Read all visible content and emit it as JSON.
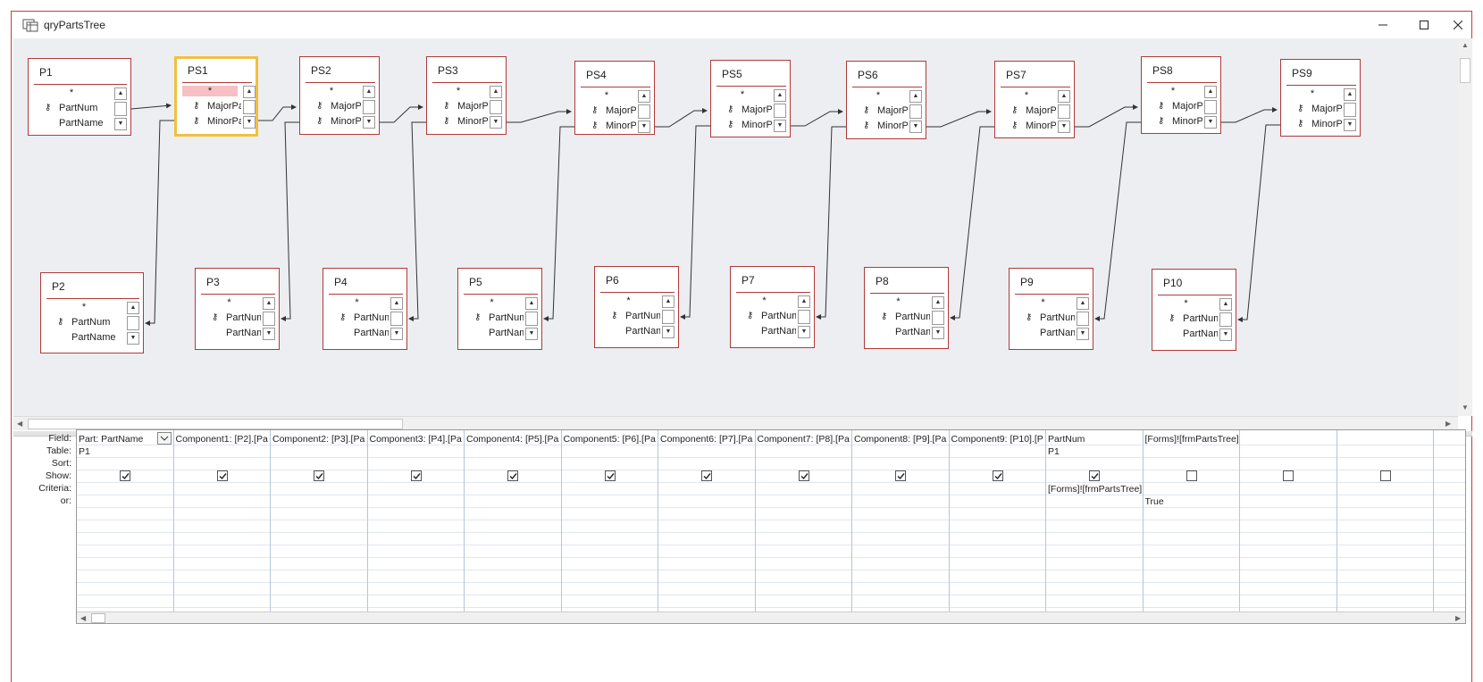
{
  "window": {
    "title": "qryPartsTree"
  },
  "colors": {
    "table_border": "#b03a3a",
    "selected_border": "#f0c040",
    "design_bg": "#eceef1"
  },
  "tables": [
    {
      "name": "P1",
      "fields": [
        "*",
        "PartNum",
        "PartName"
      ]
    },
    {
      "name": "PS1",
      "fields": [
        "*",
        "MajorPa",
        "MinorPa"
      ]
    },
    {
      "name": "PS2",
      "fields": [
        "*",
        "MajorPa",
        "MinorPa"
      ]
    },
    {
      "name": "PS3",
      "fields": [
        "*",
        "MajorPa",
        "MinorPa"
      ]
    },
    {
      "name": "PS4",
      "fields": [
        "*",
        "MajorPa",
        "MinorPa"
      ]
    },
    {
      "name": "PS5",
      "fields": [
        "*",
        "MajorPa",
        "MinorPa"
      ]
    },
    {
      "name": "PS6",
      "fields": [
        "*",
        "MajorPa",
        "MinorPa"
      ]
    },
    {
      "name": "PS7",
      "fields": [
        "*",
        "MajorPa",
        "MinorPa"
      ]
    },
    {
      "name": "PS8",
      "fields": [
        "*",
        "MajorPa",
        "MinorPa"
      ]
    },
    {
      "name": "PS9",
      "fields": [
        "*",
        "MajorPa",
        "MinorPa"
      ]
    },
    {
      "name": "P2",
      "fields": [
        "*",
        "PartNum",
        "PartName"
      ]
    },
    {
      "name": "P3",
      "fields": [
        "*",
        "PartNum",
        "PartNam"
      ]
    },
    {
      "name": "P4",
      "fields": [
        "*",
        "PartNum",
        "PartNam"
      ]
    },
    {
      "name": "P5",
      "fields": [
        "*",
        "PartNum",
        "PartNam"
      ]
    },
    {
      "name": "P6",
      "fields": [
        "*",
        "PartNum",
        "PartNam"
      ]
    },
    {
      "name": "P7",
      "fields": [
        "*",
        "PartNum",
        "PartNam"
      ]
    },
    {
      "name": "P8",
      "fields": [
        "*",
        "PartNum",
        "PartNam"
      ]
    },
    {
      "name": "P9",
      "fields": [
        "*",
        "PartNum",
        "PartNam"
      ]
    },
    {
      "name": "P10",
      "fields": [
        "*",
        "PartNum",
        "PartNam"
      ]
    }
  ],
  "grid": {
    "row_labels": [
      "Field:",
      "Table:",
      "Sort:",
      "Show:",
      "Criteria:",
      "or:"
    ],
    "columns": [
      {
        "field": "Part: PartName",
        "table": "P1",
        "show": true,
        "criteria": "",
        "or": ""
      },
      {
        "field": "Component1: [P2].[Pa",
        "table": "",
        "show": true,
        "criteria": "",
        "or": ""
      },
      {
        "field": "Component2: [P3].[Pa",
        "table": "",
        "show": true,
        "criteria": "",
        "or": ""
      },
      {
        "field": "Component3: [P4].[Pa",
        "table": "",
        "show": true,
        "criteria": "",
        "or": ""
      },
      {
        "field": "Component4: [P5].[Pa",
        "table": "",
        "show": true,
        "criteria": "",
        "or": ""
      },
      {
        "field": "Component5: [P6].[Pa",
        "table": "",
        "show": true,
        "criteria": "",
        "or": ""
      },
      {
        "field": "Component6: [P7].[Pa",
        "table": "",
        "show": true,
        "criteria": "",
        "or": ""
      },
      {
        "field": "Component7: [P8].[Pa",
        "table": "",
        "show": true,
        "criteria": "",
        "or": ""
      },
      {
        "field": "Component8: [P9].[Pa",
        "table": "",
        "show": true,
        "criteria": "",
        "or": ""
      },
      {
        "field": "Component9: [P10].[P",
        "table": "",
        "show": true,
        "criteria": "",
        "or": ""
      },
      {
        "field": "PartNum",
        "table": "P1",
        "show": true,
        "criteria": "[Forms]![frmPartsTree]",
        "or": ""
      },
      {
        "field": "[Forms]![frmPartsTree]",
        "table": "",
        "show": false,
        "criteria": "",
        "or": "True"
      },
      {
        "field": "",
        "table": "",
        "show": false,
        "criteria": "",
        "or": ""
      },
      {
        "field": "",
        "table": "",
        "show": false,
        "criteria": "",
        "or": ""
      }
    ]
  }
}
